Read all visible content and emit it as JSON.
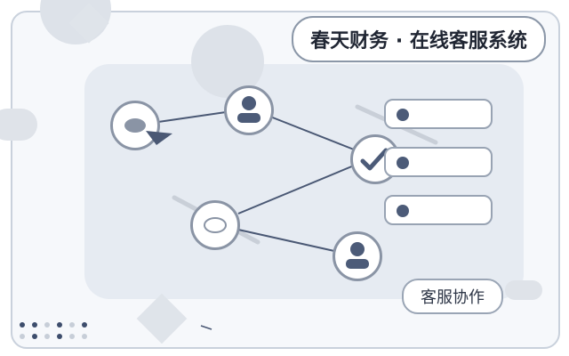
{
  "header": {
    "title": "春天财务 · 在线客服系统"
  },
  "footer": {
    "label": "客服协作"
  },
  "icons": {
    "chat": "chat-bubble-icon",
    "user": "user-avatar-icon",
    "check": "check-icon",
    "ellipse": "ellipse-icon"
  },
  "colors": {
    "accent": "#4c5b78",
    "border": "#8a94a5",
    "panel": "#e6ebf2",
    "background": "#f6f8fb"
  },
  "messages": [
    {
      "id": "message-1"
    },
    {
      "id": "message-2"
    },
    {
      "id": "message-3"
    }
  ]
}
